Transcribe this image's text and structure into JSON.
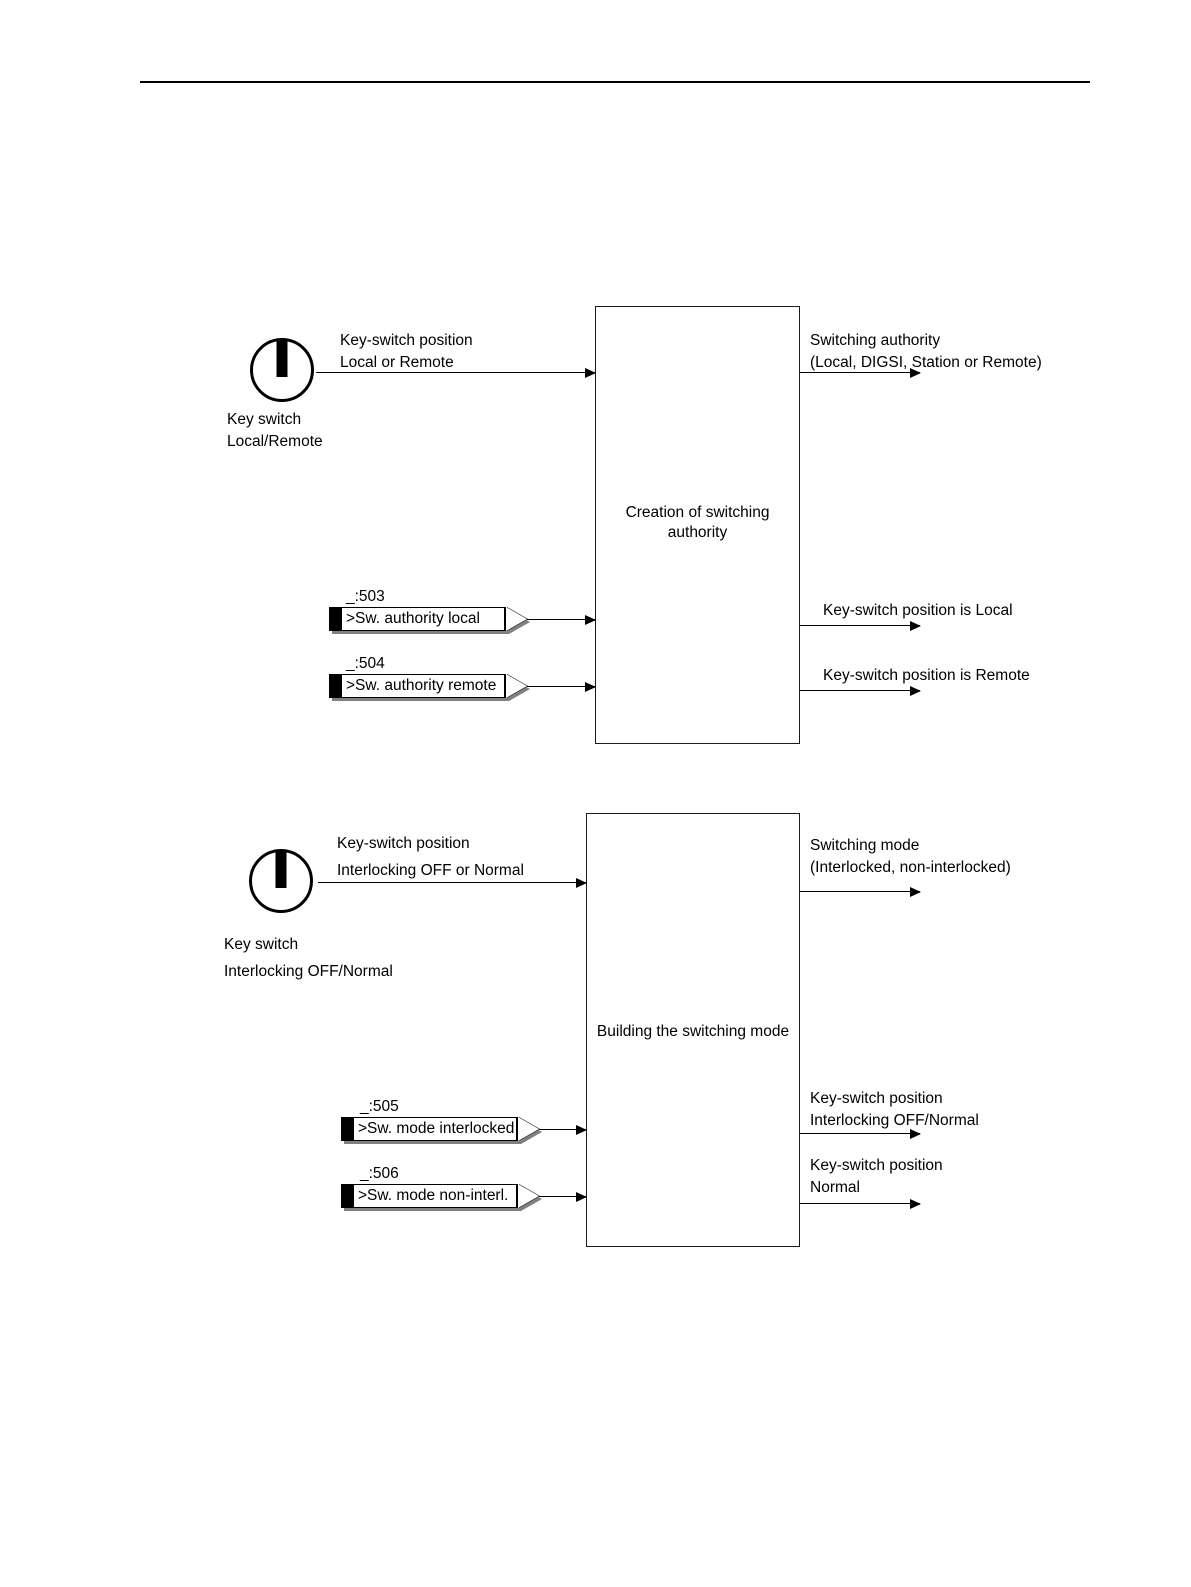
{
  "page": {
    "header_rule": true
  },
  "diagrams": [
    {
      "id": "switching-authority",
      "process_label": "Creation of switching\nauthority",
      "key_switch": {
        "icon": "key-switch-knob-icon",
        "caption": "Key switch\nLocal/Remote",
        "signal_label": "Key-switch position\nLocal or Remote"
      },
      "inputs": [
        {
          "id": "_:503",
          "label": ">Sw. authority local"
        },
        {
          "id": "_:504",
          "label": ">Sw. authority remote"
        }
      ],
      "outputs": [
        {
          "label": "Switching authority\n(Local, DIGSI, Station or Remote)"
        },
        {
          "label": "Key-switch position is Local"
        },
        {
          "label": "Key-switch position is Remote"
        }
      ]
    },
    {
      "id": "switching-mode",
      "process_label": "Building the switching mode",
      "key_switch": {
        "icon": "key-switch-knob-icon",
        "caption": "Key switch\nInterlocking OFF/Normal",
        "signal_label": "Key-switch position\nInterlocking OFF or Normal"
      },
      "inputs": [
        {
          "id": "_:505",
          "label": ">Sw. mode interlocked"
        },
        {
          "id": "_:506",
          "label": ">Sw. mode non-interl."
        }
      ],
      "outputs": [
        {
          "label": "Switching mode\n(Interlocked, non-interlocked)"
        },
        {
          "label": "Key-switch position\nInterlocking OFF/Normal"
        },
        {
          "label": "Key-switch position\nNormal"
        }
      ]
    }
  ]
}
